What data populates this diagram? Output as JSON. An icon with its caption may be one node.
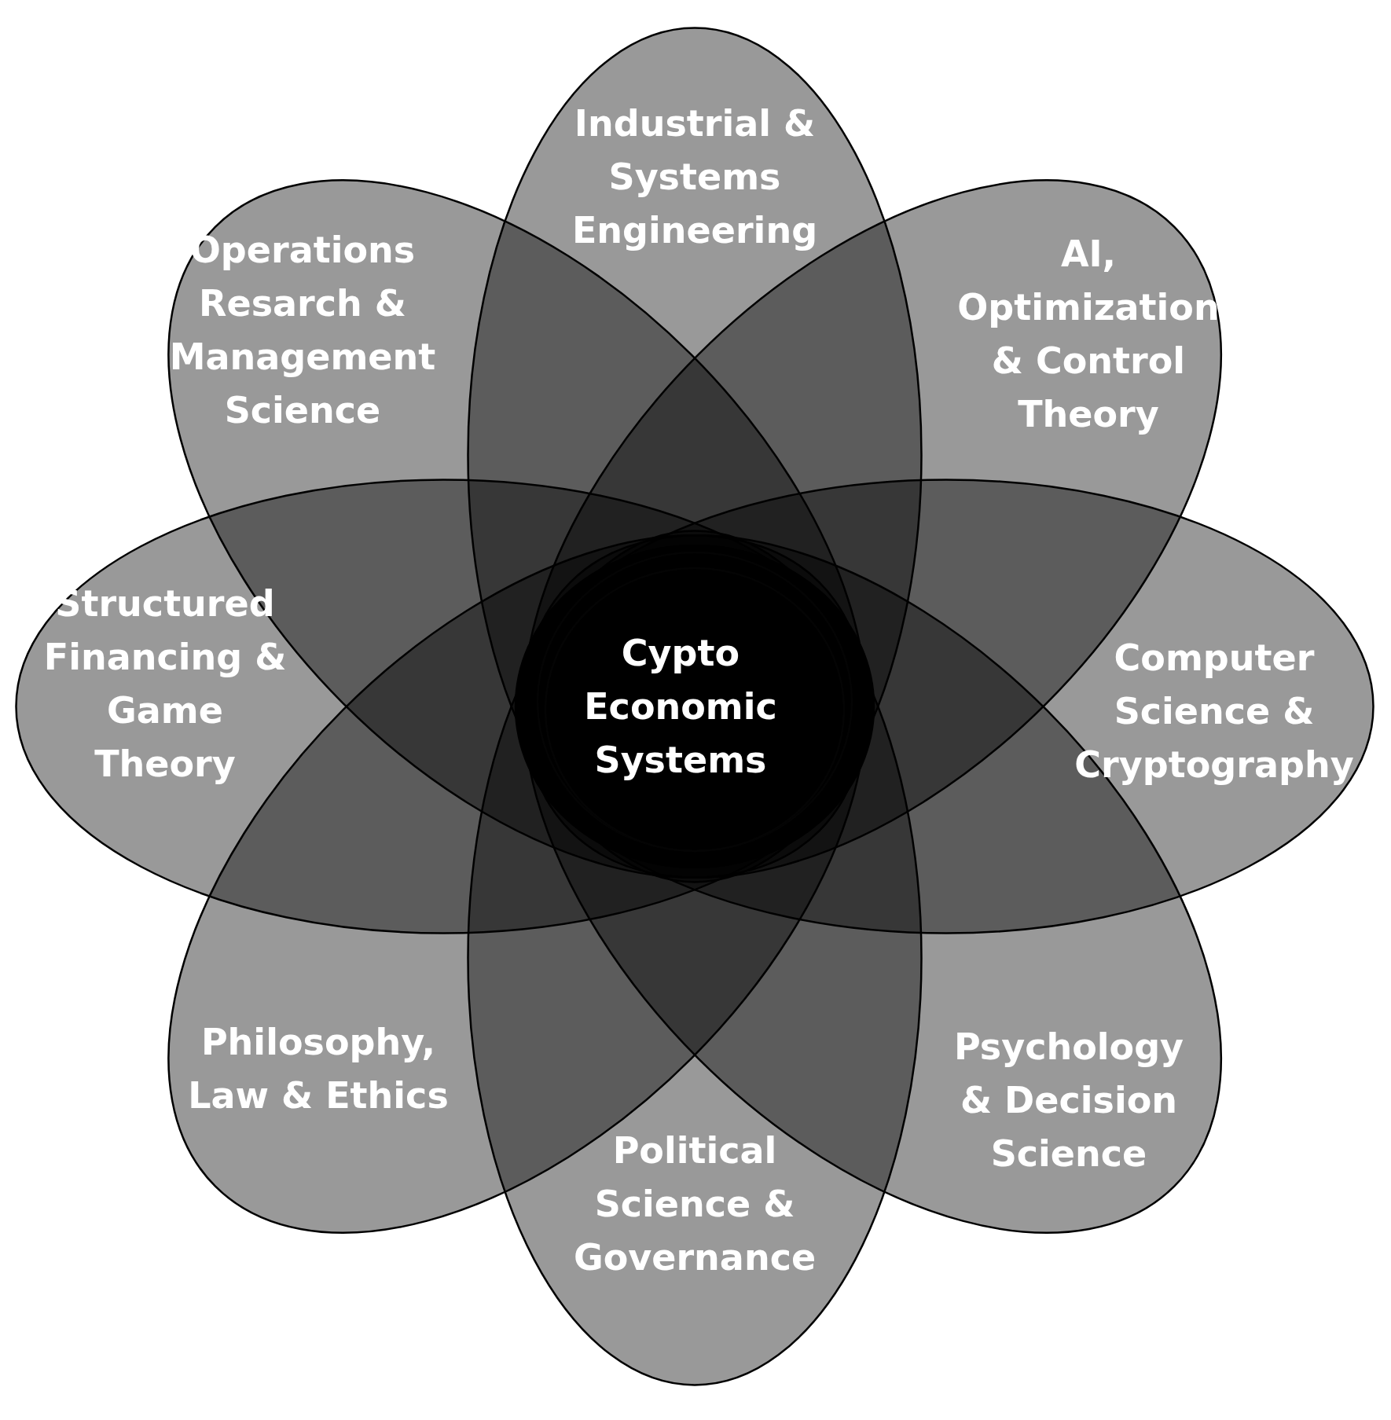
{
  "diagram": {
    "nodes": [
      {
        "text": [
          "Industrial & Systems Engineering"
        ]
      },
      {
        "text": [
          "Operations Resarch & Management Science"
        ]
      },
      {
        "text": [
          "AI, Optimization & Control Theory"
        ]
      },
      {
        "text": [
          "Structured Financing & Game Theory"
        ]
      },
      {
        "text": [
          "Cypto Economic Systems"
        ]
      },
      {
        "text": [
          "Computer Science & Cryptography"
        ]
      },
      {
        "text": [
          "Philosophy, Law & Ethics"
        ]
      },
      {
        "text": [
          "Psychology & Decision Science"
        ]
      },
      {
        "text": [
          "Political Science & Governance"
        ]
      }
    ],
    "edges": []
  }
}
